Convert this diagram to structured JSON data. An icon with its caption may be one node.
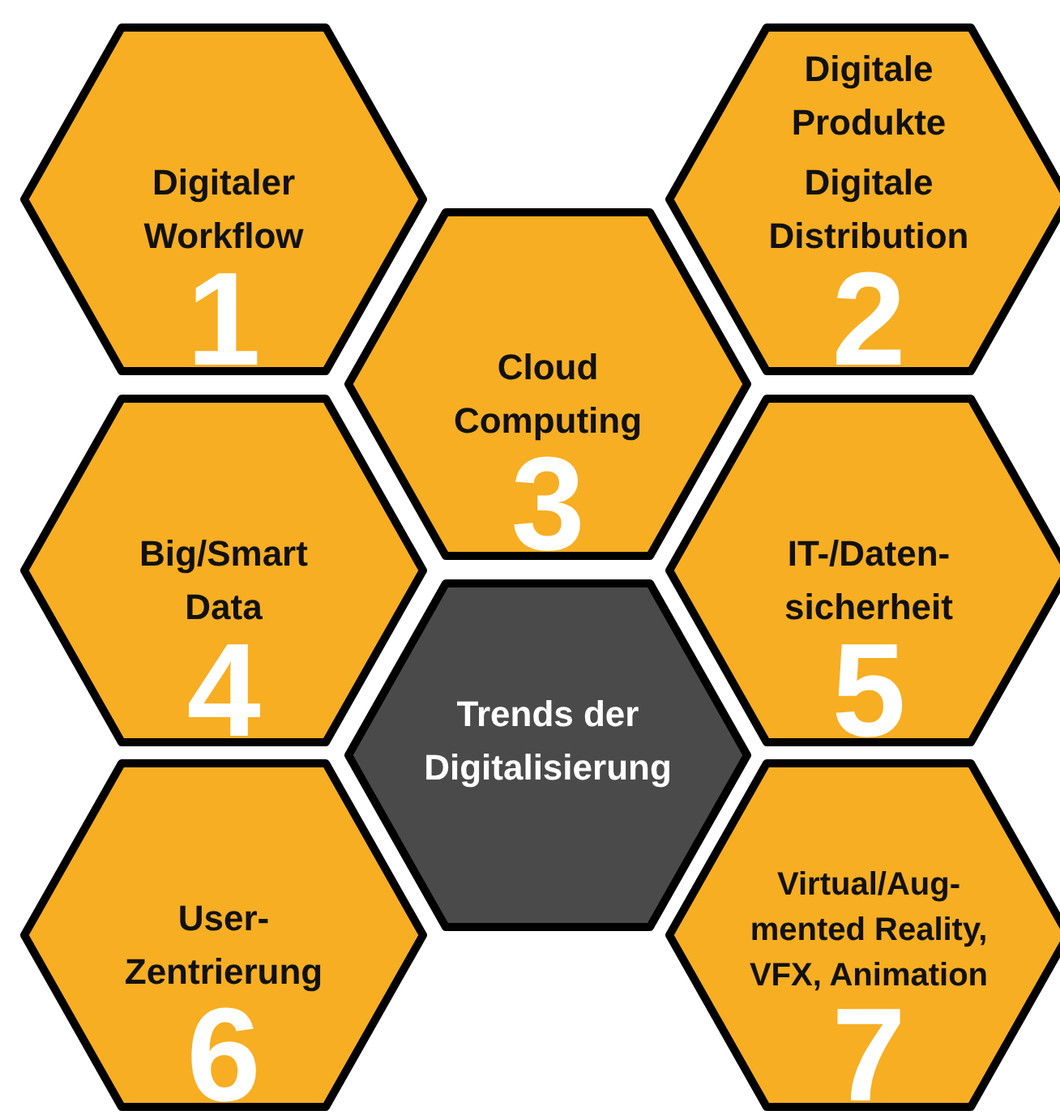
{
  "diagram": {
    "nodes": [
      {
        "text": [
          "Digitaler Workflow",
          "1"
        ]
      },
      {
        "text": [
          "Digitale Produkte",
          "Digitale Distribution",
          "2"
        ]
      },
      {
        "text": [
          "Cloud Computing",
          "3"
        ]
      },
      {
        "text": [
          "Big/Smart Data",
          "4"
        ]
      },
      {
        "text": [
          "IT-/Daten- sicherheit",
          "5"
        ]
      },
      {
        "text": [
          "Trends der Digitalisierung"
        ]
      },
      {
        "text": [
          "User- Zentrierung",
          "6"
        ]
      },
      {
        "text": [
          "Virtual/Aug- mented Reality, VFX, Animation",
          "7"
        ]
      }
    ]
  }
}
